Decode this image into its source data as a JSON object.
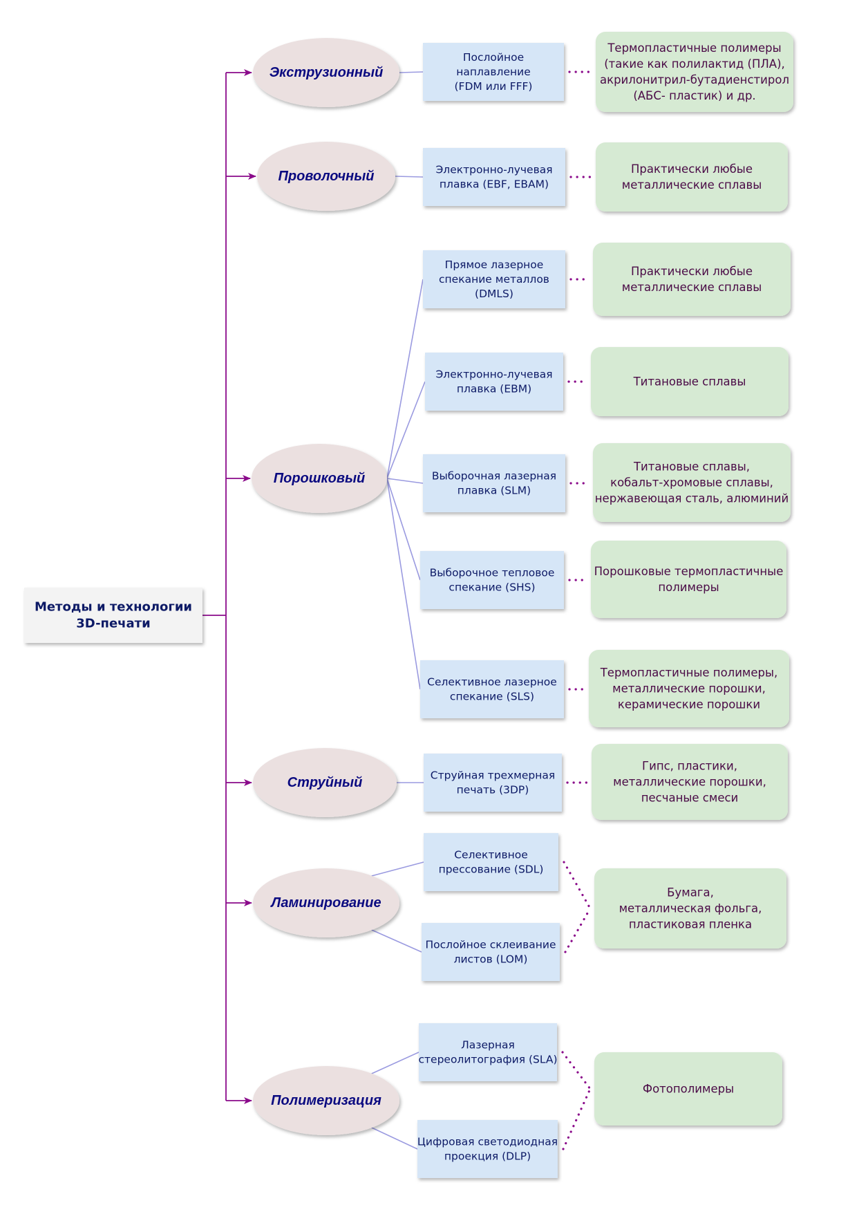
{
  "root": {
    "lines": [
      "Методы и технологии",
      "3D-печати"
    ]
  },
  "methods": [
    {
      "id": "extrusion",
      "name": "Экструзионный",
      "technologies": [
        {
          "lines": [
            "Послойное",
            "наплавление",
            "(FDM или FFF)"
          ]
        }
      ],
      "materials": [
        "Термопластичные полимеры",
        "(такие как полилактид (ПЛА),",
        "акрилонитрил-бутадиенстирол",
        "(АБС- пластик) и др."
      ]
    },
    {
      "id": "wire",
      "name": "Проволочный",
      "technologies": [
        {
          "lines": [
            "Электронно-лучевая",
            "плавка (EBF, EBAM)"
          ]
        }
      ],
      "materials": [
        "Практически любые",
        "металлические сплавы"
      ]
    },
    {
      "id": "powder",
      "name": "Порошковый",
      "technologies": [
        {
          "lines": [
            "Прямое лазерное",
            "спекание металлов",
            "(DMLS)"
          ],
          "materials": [
            "Практически любые",
            "металлические сплавы"
          ]
        },
        {
          "lines": [
            "Электронно-лучевая",
            "плавка (EBM)"
          ],
          "materials": [
            "Титановые сплавы"
          ]
        },
        {
          "lines": [
            "Выборочная лазерная",
            "плавка (SLM)"
          ],
          "materials": [
            "Титановые сплавы,",
            "кобальт-хромовые сплавы,",
            "нержавеющая сталь, алюминий"
          ]
        },
        {
          "lines": [
            "Выборочное тепловое",
            "спекание (SHS)"
          ],
          "materials": [
            "Порошковые термопластичные",
            "полимеры"
          ]
        },
        {
          "lines": [
            "Селективное лазерное",
            "спекание (SLS)"
          ],
          "materials": [
            "Термопластичные полимеры,",
            "металлические порошки,",
            "керамические порошки"
          ]
        }
      ]
    },
    {
      "id": "jet",
      "name": "Струйный",
      "technologies": [
        {
          "lines": [
            "Струйная трехмерная",
            "печать (3DP)"
          ]
        }
      ],
      "materials": [
        "Гипс, пластики,",
        "металлические порошки,",
        "песчаные смеси"
      ]
    },
    {
      "id": "lamination",
      "name": "Ламинирование",
      "technologies": [
        {
          "lines": [
            "Селективное",
            "прессование (SDL)"
          ]
        },
        {
          "lines": [
            "Послойное склеивание",
            "листов (LOM)"
          ]
        }
      ],
      "materials": [
        "Бумага,",
        "металлическая фольга,",
        "пластиковая пленка"
      ]
    },
    {
      "id": "polymerization",
      "name": "Полимеризация",
      "technologies": [
        {
          "lines": [
            "Лазерная",
            "стереолитография (SLA)"
          ]
        },
        {
          "lines": [
            "Цифровая светодиодная",
            "проекция (DLP)"
          ]
        }
      ],
      "materials": [
        "Фотополимеры"
      ]
    }
  ],
  "colors": {
    "trunk": "#8a0a8a",
    "ellipse_fill": "#ebe0e0",
    "tech_fill": "#d6e6f7",
    "material_fill": "#d6ead3",
    "root_fill": "#f3f3f3",
    "branch": "#9a9ae0",
    "dots": "#8a0a8a"
  }
}
